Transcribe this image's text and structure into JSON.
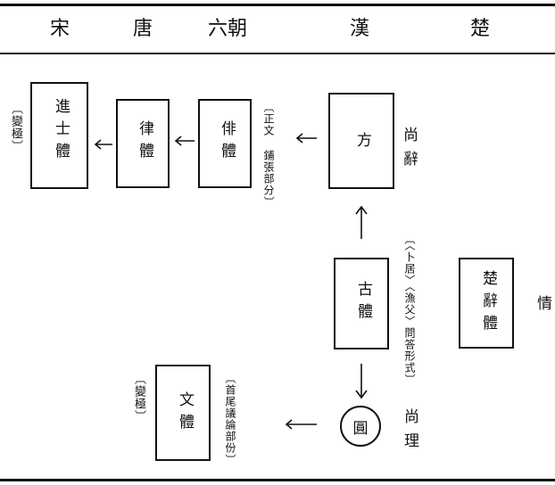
{
  "eras": [
    "宋",
    "唐",
    "六朝",
    "漢",
    "楚"
  ],
  "boxes": {
    "jinshi": "進士體",
    "lu": "律體",
    "pai": "俳體",
    "fang": "方",
    "gu": "古體",
    "chuci": "楚辭體",
    "wen": "文體"
  },
  "circle": "圓",
  "notes": {
    "bianji_top": "〔變極〕",
    "zhengwen": "〔正文 鋪張部分〕",
    "shouwei": "〔首尾議論部份〕",
    "bianji_bottom": "〔變極〕",
    "wenda": "〔〈卜居〉〈漁父〉問答形式〕"
  },
  "labels": {
    "shangci": "尚辭",
    "shangli": "尚理",
    "qing": "情"
  }
}
